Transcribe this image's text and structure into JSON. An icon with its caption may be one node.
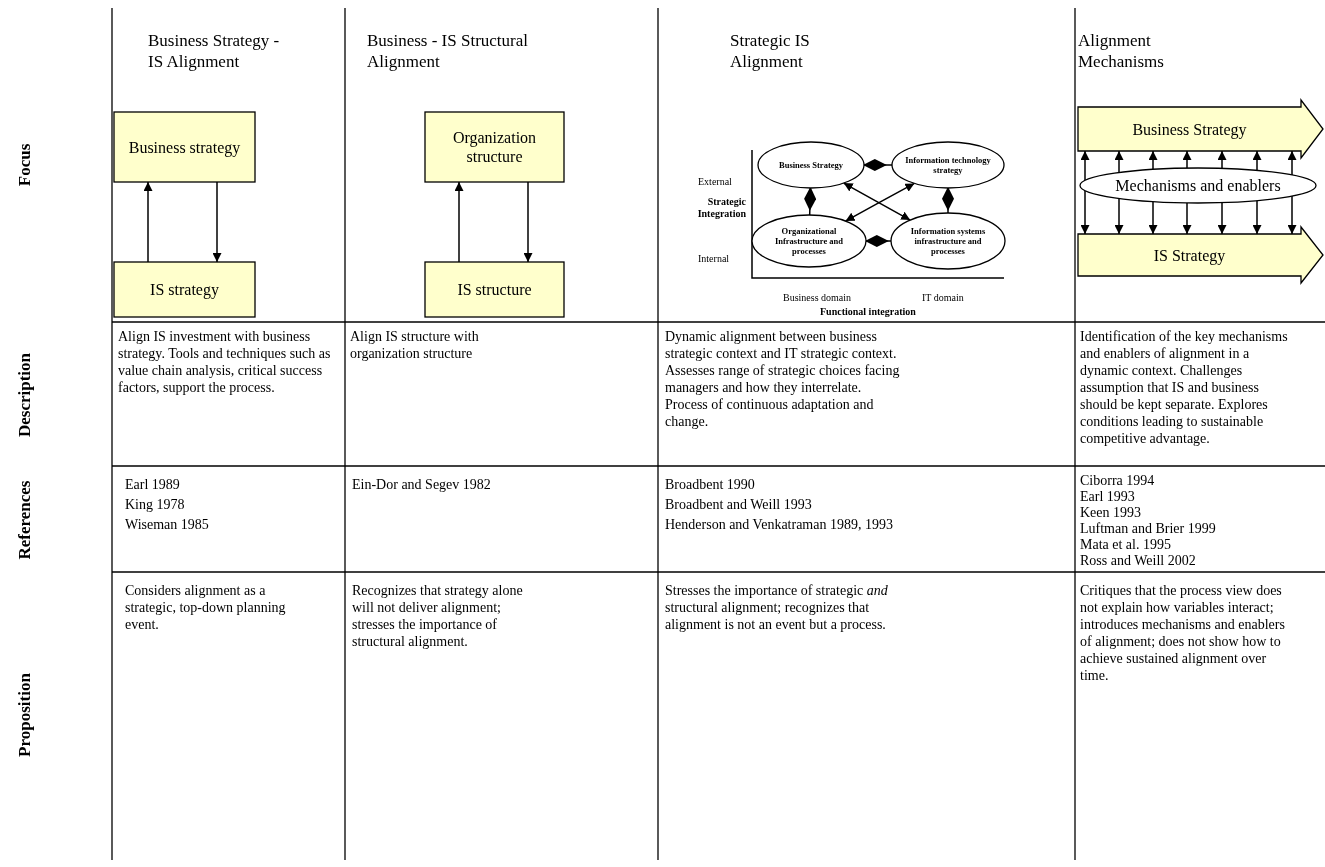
{
  "diagram": {
    "nodes": [
      {
        "text": [
          "Business strategy"
        ]
      },
      {
        "text": [
          "IS strategy"
        ]
      },
      {
        "text": [
          "Organization structure"
        ]
      },
      {
        "text": [
          "IS structure"
        ]
      },
      {
        "text": [
          "Business Strategy"
        ]
      },
      {
        "text": [
          "Information technology strategy"
        ]
      },
      {
        "text": [
          "Organizational Infrastructure and processes"
        ]
      },
      {
        "text": [
          "Information systems infrastructure and processes"
        ]
      },
      {
        "text": [
          "Business Strategy"
        ]
      },
      {
        "text": [
          "Mechanisms and enablers"
        ]
      },
      {
        "text": [
          "IS Strategy"
        ]
      }
    ],
    "edges": [
      {
        "from": 1,
        "to": 0,
        "arrow": "to"
      },
      {
        "from": 0,
        "to": 1,
        "arrow": "to"
      },
      {
        "from": 3,
        "to": 2,
        "arrow": "to"
      },
      {
        "from": 2,
        "to": 3,
        "arrow": "to"
      },
      {
        "from": 4,
        "to": 5,
        "arrow": "other"
      },
      {
        "from": 4,
        "to": 6,
        "arrow": "other"
      },
      {
        "from": 5,
        "to": 7,
        "arrow": "other"
      },
      {
        "from": 6,
        "to": 7,
        "arrow": "other"
      },
      {
        "from": 6,
        "to": 5,
        "arrow": "both"
      },
      {
        "from": 4,
        "to": 7,
        "arrow": "both"
      },
      {
        "from": 9,
        "to": 8,
        "arrow": "to"
      },
      {
        "from": 9,
        "to": 8,
        "arrow": "to"
      },
      {
        "from": 9,
        "to": 8,
        "arrow": "to"
      },
      {
        "from": 9,
        "to": 8,
        "arrow": "to"
      },
      {
        "from": 9,
        "to": 8,
        "arrow": "to"
      },
      {
        "from": 9,
        "to": 8,
        "arrow": "to"
      },
      {
        "from": 9,
        "to": 8,
        "arrow": "to"
      },
      {
        "from": 9,
        "to": 10,
        "arrow": "to"
      },
      {
        "from": 9,
        "to": 10,
        "arrow": "to"
      },
      {
        "from": 9,
        "to": 10,
        "arrow": "to"
      },
      {
        "from": 9,
        "to": 10,
        "arrow": "to"
      },
      {
        "from": 9,
        "to": 10,
        "arrow": "to"
      },
      {
        "from": 9,
        "to": 10,
        "arrow": "to"
      },
      {
        "from": 9,
        "to": 10,
        "arrow": "to"
      }
    ],
    "labels": [
      "Business Strategy - IS Alignment",
      "Business - IS Structural Alignment",
      "Strategic IS Alignment",
      "Alignment Mechanisms",
      "Focus",
      "External",
      "Strategic Integration",
      "Internal",
      "Business domain",
      "IT domain",
      "Functional integration",
      "Description",
      "Align IS investment with business strategy. Tools and techniques such as value chain analysis, critical success factors, support the process.",
      "Align IS structure with organization structure",
      "Dynamic alignment between business strategic context and IT strategic context. Assesses range of strategic choices facing managers and how they interrelate. Process of continuous adaptation and change.",
      "Identification of the key mechanisms and enablers of alignment in a dynamic context. Challenges assumption that IS and business should be kept separate. Explores conditions leading to sustainable competitive advantage.",
      "References",
      "Earl 1989",
      "King 1978",
      "Wiseman 1985",
      "Ein-Dor and Segev 1982",
      "Broadbent 1990",
      "Broadbent and Weill 1993",
      "Henderson and Venkatraman 1989, 1993",
      "Ciborra 1994",
      "Earl 1993",
      "Keen 1993",
      "Luftman and Brier 1999",
      "Mata et al. 1995",
      "Ross and Weill 2002",
      "Proposition",
      "Considers alignment as a strategic, top-down planning event.",
      "Recognizes that strategy alone will not deliver alignment; stresses the importance of structural alignment.",
      "Stresses the importance of strategic *and* structural alignment; recognizes that alignment is not an event but a process.",
      "Critiques that the process view does not explain how variables interact; introduces mechanisms and enablers of alignment; does not show how to achieve sustained alignment over time."
    ]
  }
}
